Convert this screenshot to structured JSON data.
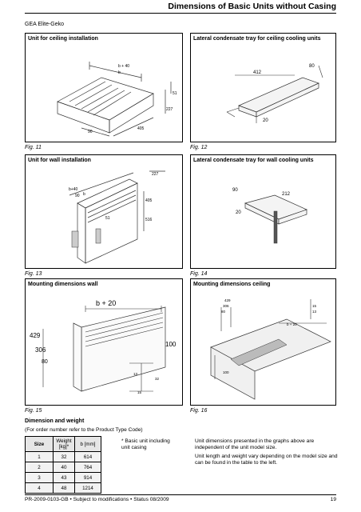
{
  "header": {
    "title": "Dimensions of Basic Units without Casing",
    "brand": "GEA Elite-Geko"
  },
  "panels": [
    {
      "title": "Unit for ceiling installation",
      "figure": "Fig. 11",
      "dims": {
        "b40": "b + 40",
        "b": "b",
        "d51": "51",
        "d227": "227",
        "d90": "90",
        "d405": "405"
      }
    },
    {
      "title": "Lateral condensate tray for ceiling cooling units",
      "figure": "Fig. 12",
      "dims": {
        "d412": "412",
        "d80": "80",
        "d20": "20"
      }
    },
    {
      "title": "Unit for wall installation",
      "figure": "Fig. 13",
      "dims": {
        "b40": "b+40",
        "b": "b",
        "d227": "227",
        "d90": "90",
        "d405": "405",
        "d51": "51",
        "d516": "516"
      }
    },
    {
      "title": "Lateral condensate tray for wall cooling units",
      "figure": "Fig. 14",
      "dims": {
        "d90": "90",
        "d212": "212",
        "d20": "20"
      }
    },
    {
      "title": "Mounting dimensions wall",
      "figure": "Fig. 15",
      "dims": {
        "b20": "b + 20",
        "d429": "429",
        "d306": "306",
        "d80": "80",
        "d100": "100",
        "d13": "13",
        "d15": "15",
        "d32": "32"
      }
    },
    {
      "title": "Mounting dimensions ceiling",
      "figure": "Fig. 16",
      "dims": {
        "d429": "429",
        "d306": "306",
        "d80": "80",
        "d15": "15",
        "d13": "13",
        "b20": "b + 20",
        "d100": "100"
      }
    }
  ],
  "dimension_section": {
    "title": "Dimension and weight",
    "subtitle": "(For order number refer to the Product Type Code)",
    "table": {
      "headers": [
        "Size",
        "Weight [kg]*",
        "b [mm]"
      ],
      "rows": [
        [
          "1",
          "32",
          "614"
        ],
        [
          "2",
          "40",
          "764"
        ],
        [
          "3",
          "43",
          "914"
        ],
        [
          "4",
          "48",
          "1214"
        ]
      ]
    },
    "footnote_line1": "* Basic unit including",
    "footnote_line2": "unit casing",
    "info_line1": "Unit dimensions presented in the graphs above are",
    "info_line2": "independent of the unit model size.",
    "info_line3": "Unit length and weight vary depending on the model size and",
    "info_line4": "can be found in the table to the left."
  },
  "footer": {
    "left": "PR-2009-0103-GB • Subject to modifications • Status 08/2009",
    "page": "19"
  }
}
